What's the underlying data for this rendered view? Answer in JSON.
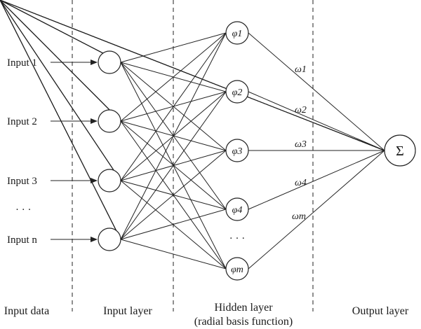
{
  "sections": [
    {
      "id": "input-data",
      "label": "Input data"
    },
    {
      "id": "input-layer",
      "label": "Input layer"
    },
    {
      "id": "hidden-layer",
      "label": "Hidden layer",
      "sublabel": "(radial basis function)"
    },
    {
      "id": "output-layer",
      "label": "Output layer"
    }
  ],
  "inputs": [
    "Input 1",
    "Input 2",
    "Input 3",
    "Input n"
  ],
  "inputs_ellipsis": "· · ·",
  "hidden_nodes": [
    "φ1",
    "φ2",
    "φ3",
    "φ4",
    "φm"
  ],
  "hidden_ellipsis": "· · ·",
  "weights": [
    "ω1",
    "ω2",
    "ω3",
    "ω4",
    "ωm"
  ],
  "output_node": "Σ"
}
